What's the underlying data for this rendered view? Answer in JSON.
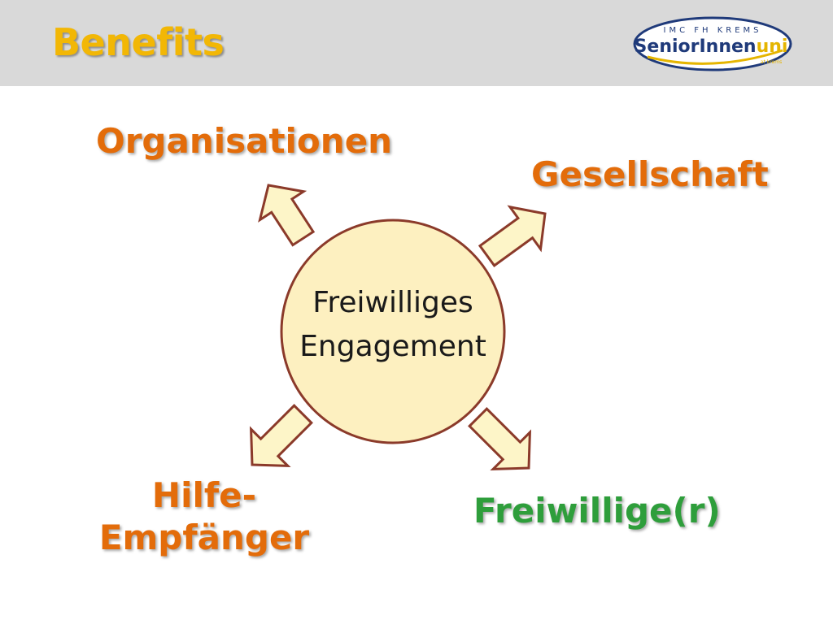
{
  "slide": {
    "title": "Benefits",
    "title_color": "#f2b705",
    "header_color": "#d9d9d9",
    "logo": {
      "top_text": "IMC FH KREMS",
      "main_text": "SeniorInnen",
      "accent_text": "uni",
      "sub_text": "at krems",
      "primary_color": "#1f3a7a",
      "accent_color": "#e5b500"
    }
  },
  "diagram": {
    "center": {
      "line1": "Freiwilliges",
      "line2": "Engagement",
      "fill": "#fdf0c0",
      "stroke": "#8b3a2a"
    },
    "arrow_fill": "#fdf5c8",
    "arrow_stroke": "#8b3a2a",
    "nodes": [
      {
        "key": "organisationen",
        "label": "Organisationen",
        "color": "#e36c0a"
      },
      {
        "key": "gesellschaft",
        "label": "Gesellschaft",
        "color": "#e36c0a"
      },
      {
        "key": "hilfe_empfaenger",
        "line1": "Hilfe-",
        "line2": "Empfänger",
        "color": "#e36c0a"
      },
      {
        "key": "freiwillige",
        "label": "Freiwillige(r)",
        "color": "#2e9e3b"
      }
    ]
  }
}
